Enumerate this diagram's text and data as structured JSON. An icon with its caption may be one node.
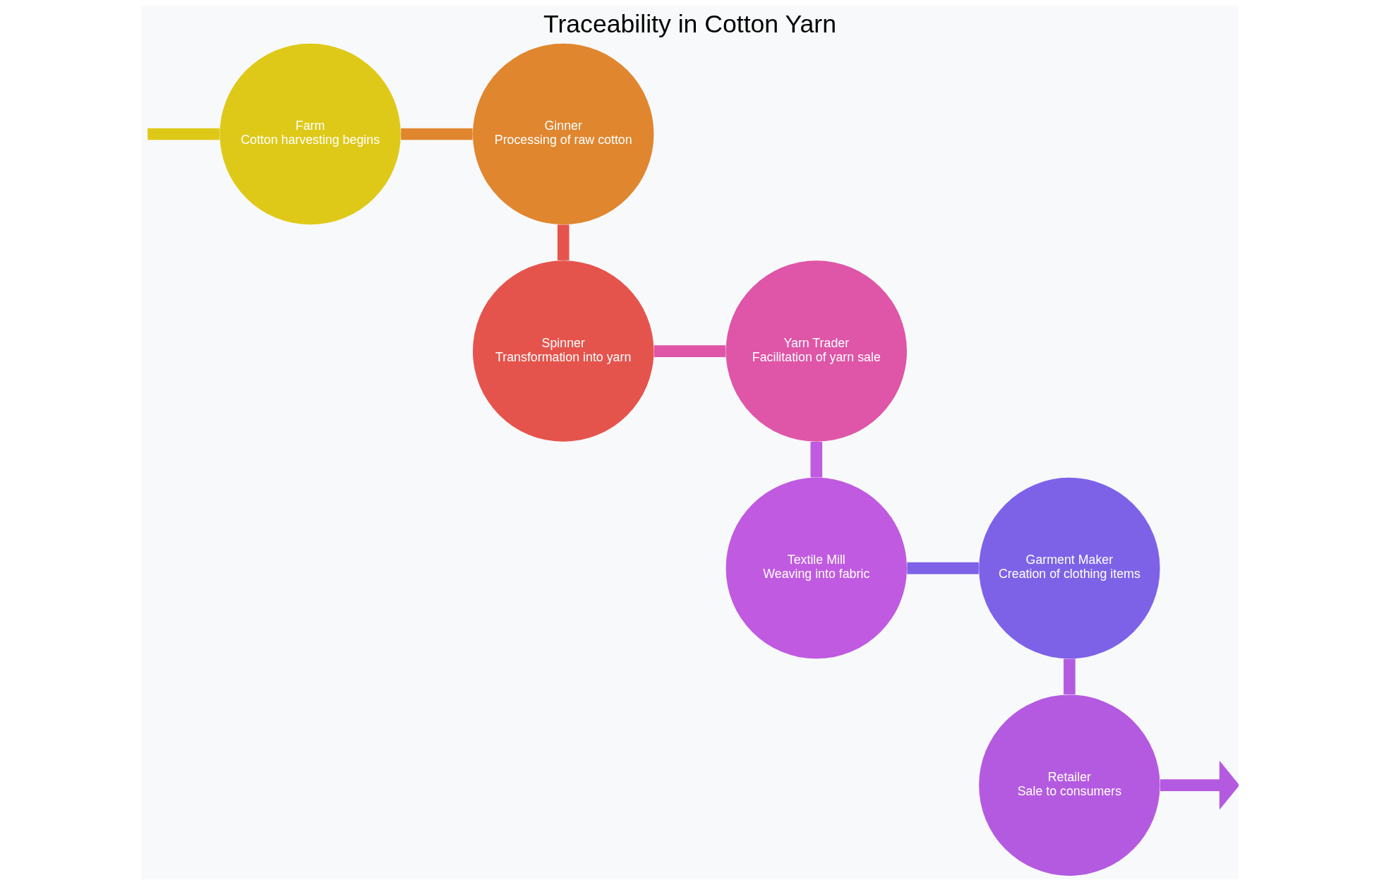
{
  "diagram": {
    "title": "Traceability in Cotton Yarn",
    "nodes": [
      {
        "text": [
          "Farm",
          "Cotton harvesting begins"
        ]
      },
      {
        "text": [
          "Ginner",
          "Processing of raw cotton"
        ]
      },
      {
        "text": [
          "Spinner",
          "Transformation into yarn"
        ]
      },
      {
        "text": [
          "Yarn Trader",
          "Facilitation of yarn sale"
        ]
      },
      {
        "text": [
          "Textile Mill",
          "Weaving into fabric"
        ]
      },
      {
        "text": [
          "Garment Maker",
          "Creation of clothing items"
        ]
      },
      {
        "text": [
          "Retailer",
          "Sale to consumers"
        ]
      }
    ],
    "edges": [
      {
        "from": null,
        "to": 0,
        "arrow": "none",
        "color": "#dfc918"
      },
      {
        "from": 0,
        "to": 1,
        "arrow": "none",
        "color": "#e0862f"
      },
      {
        "from": 1,
        "to": 2,
        "arrow": "none",
        "color": "#e5544c"
      },
      {
        "from": 2,
        "to": 3,
        "arrow": "none",
        "color": "#df55a7"
      },
      {
        "from": 3,
        "to": 4,
        "arrow": "none",
        "color": "#c05ae0"
      },
      {
        "from": 4,
        "to": 5,
        "arrow": "none",
        "color": "#7d62e8"
      },
      {
        "from": 5,
        "to": 6,
        "arrow": "none",
        "color": "#b45ae0"
      },
      {
        "from": 6,
        "to": null,
        "arrow": "to",
        "color": "#b45ae0"
      }
    ]
  }
}
